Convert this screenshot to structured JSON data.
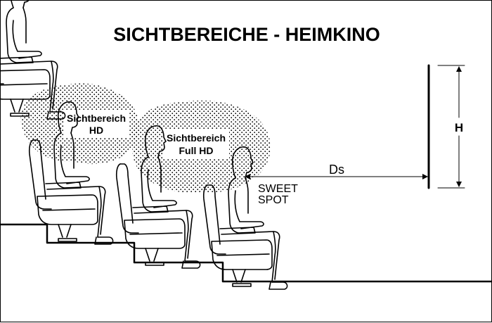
{
  "title": "SICHTBEREICHE - HEIMKINO",
  "zones": {
    "hd": {
      "line1": "Sichtbereich",
      "line2": "HD"
    },
    "fullhd": {
      "line1": "Sichtbereich",
      "line2": "Full HD"
    }
  },
  "sweet_spot": {
    "line1": "SWEET",
    "line2": "SPOT"
  },
  "labels": {
    "distance": "Ds",
    "height": "H"
  },
  "colors": {
    "ink": "#000000",
    "background": "#ffffff"
  }
}
